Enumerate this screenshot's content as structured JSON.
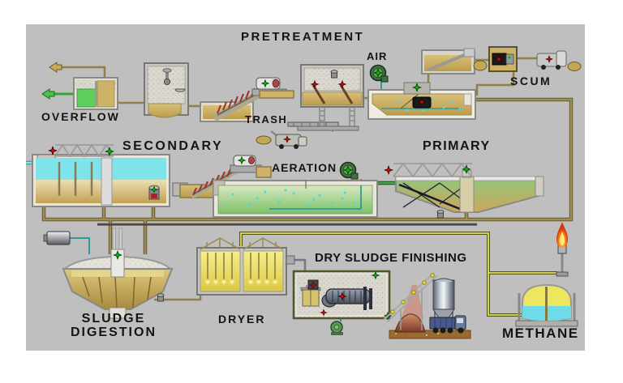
{
  "diagram": {
    "type": "wastewater-treatment-process-diagram",
    "labels": {
      "pretreatment": "PRETREATMENT",
      "overflow": "OVERFLOW",
      "trash": "TRASH",
      "air": "AIR",
      "scum": "SCUM",
      "secondary": "SECONDARY",
      "aeration": "AERATION",
      "primary": "PRIMARY",
      "sludge_line1": "SLUDGE",
      "sludge_line2": "DIGESTION",
      "dryer": "DRYER",
      "dry_sludge_finishing": "DRY SLUDGE FINISHING",
      "methane": "METHANE"
    },
    "colors": {
      "page_bg": "#ffffff",
      "panel_bg": "#bfbfbf",
      "water_tan": "#cdb268",
      "water_cyan": "#7fe3ea",
      "aeration_green": "#8cc878",
      "clarifier_green": "#94c47c",
      "dryer_yellow": "#f0e668",
      "methane_yellow": "#ece75f",
      "methane_water": "#6edce8",
      "status_green": "#00c400",
      "status_red": "#cf1010",
      "pipe_olive": "#a08e52",
      "pipe_dark": "#3f3f39",
      "gas_pipe_yellow": "#dede5c",
      "flame_orange": "#ff8820",
      "concrete": "#dad7cf",
      "sludge_pile": "#9c4a34",
      "label_text": "#141414"
    }
  }
}
